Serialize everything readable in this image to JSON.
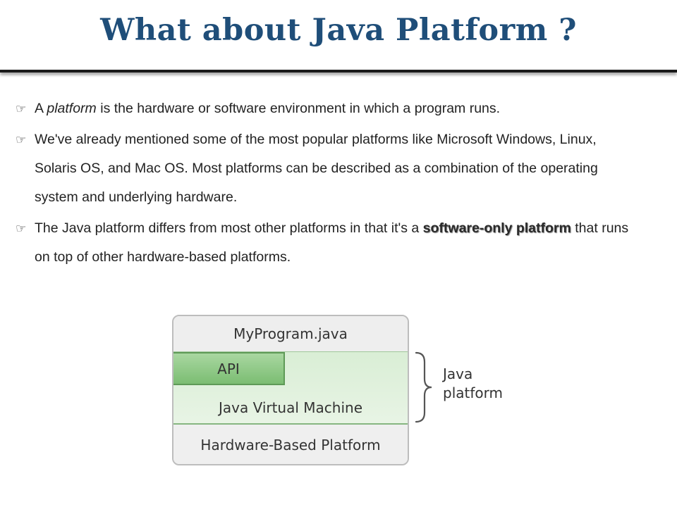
{
  "slide": {
    "title": "What about Java Platform ?",
    "bullet_icon": "pointing-hand-icon",
    "bullets": [
      {
        "pre": "A ",
        "italic": "platform",
        "post": " is the hardware or software environment in which a program runs."
      },
      {
        "text": "We've already mentioned some of the most popular platforms like Microsoft Windows, Linux, Solaris OS, and Mac OS. Most platforms can be described as a combination of the operating system and underlying hardware."
      },
      {
        "pre": " The Java platform differs from most other platforms in that it's a ",
        "bold": "software-only platform",
        "post": " that runs on top of other hardware-based platforms."
      }
    ]
  },
  "diagram": {
    "layers": {
      "program": "MyProgram.java",
      "api": "API",
      "jvm": "Java Virtual Machine",
      "hardware": "Hardware-Based Platform"
    },
    "brace_label_line1": "Java",
    "brace_label_line2": "platform",
    "colors": {
      "api_fill": "#8cc683",
      "jvm_fill": "#dcefd8",
      "title": "#1f4e79"
    }
  }
}
